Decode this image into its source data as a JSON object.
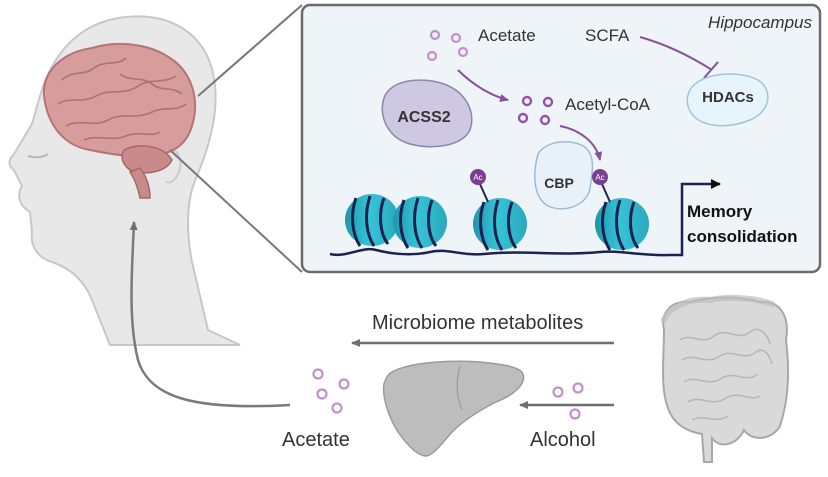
{
  "labels": {
    "region": "Hippocampus",
    "acetate_top": "Acetate",
    "scfa": "SCFA",
    "hdacs": "HDACs",
    "acss2": "ACSS2",
    "acetyl_coa": "Acetyl-CoA",
    "cbp": "CBP",
    "ac_mark": "Ac",
    "memory_line1": "Memory",
    "memory_line2": "consolidation",
    "microbiome": "Microbiome metabolites",
    "acetate_bottom": "Acetate",
    "alcohol": "Alcohol"
  },
  "colors": {
    "panel_fill": "#eef4f8",
    "panel_stroke": "#6b6b6b",
    "arrow_purple": "#8a4f9e",
    "molecule_ring": "#9b4fa8",
    "molecule_ring_light": "#c58fcf",
    "nucleosome": "#2fb6c9",
    "dna": "#1b2150",
    "acss2_fill": "#cfc8e3",
    "cbp_fill": "#e8f1f8",
    "hdac_fill": "#e8f4fb",
    "skin": "#e6e6e6",
    "brain": "#d49b9b",
    "liver": "#bdbdbd",
    "intestine": "#d9d9d9"
  }
}
